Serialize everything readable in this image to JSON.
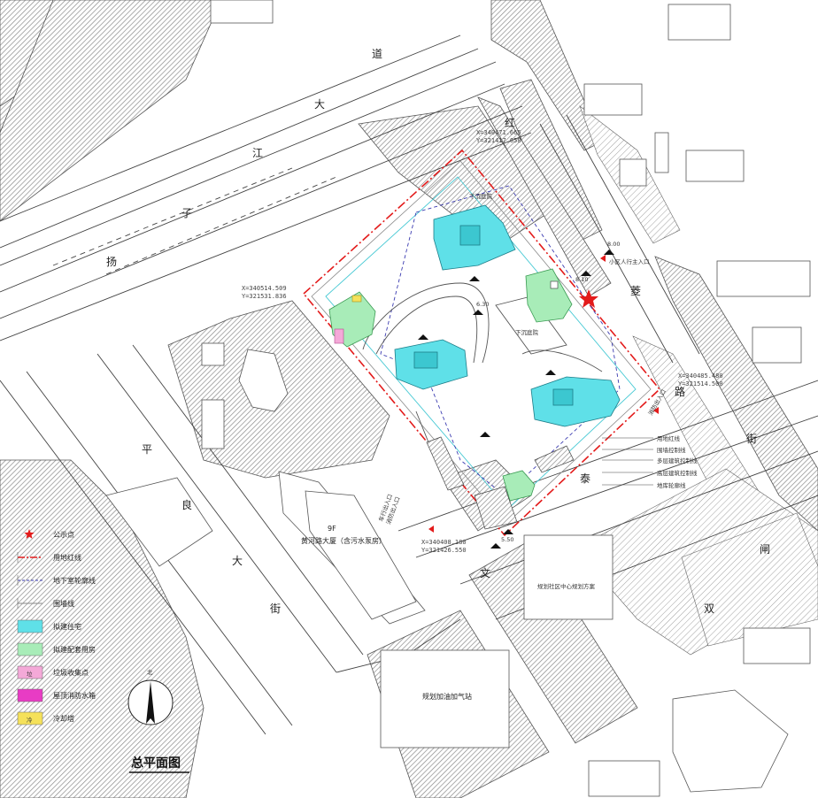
{
  "title": "总平面图",
  "north_label": "北",
  "roads": {
    "yangzijiang": [
      "扬",
      "子",
      "江",
      "大",
      "道"
    ],
    "hongling": [
      "红",
      "菱",
      "路"
    ],
    "pingliang": [
      "平",
      "良",
      "大",
      "街"
    ],
    "wentai": [
      "文",
      "泰",
      "街"
    ],
    "shuangzha": [
      "闸",
      "双"
    ]
  },
  "coordinates": {
    "top": {
      "x": "X=340471.665",
      "y": "Y=321417.658"
    },
    "left": {
      "x": "X=340514.509",
      "y": "Y=321531.836"
    },
    "right": {
      "x": "X=340485.480",
      "y": "Y=321514.500"
    },
    "bottom": {
      "x": "X=340408.180",
      "y": "Y=321426.550"
    }
  },
  "labels": {
    "residential_entrance": "小区人行主入口",
    "level_800": "8.00",
    "level_810": "8.10",
    "level_630": "6.30",
    "level_550": "5.50",
    "building_9f": "9F",
    "building_huanghe": "黄河路大厦（含污水泵房）",
    "gas_station": "规划加油加气站",
    "park": "规划社区中心规划方案",
    "fire_entrance": "消防出入口",
    "vehicle_entrance": "车行出入口",
    "fire_exit": "消防出入口",
    "ramp_down_1": "下沉庭院",
    "ramp_down_2": "下沉庭院"
  },
  "callouts": [
    "用地红线",
    "围墙控制线",
    "多层建筑控制线",
    "高层建筑控制线",
    "地库轮廓线"
  ],
  "legend": [
    {
      "type": "star",
      "label": "公示点",
      "color": "#e31b1b"
    },
    {
      "type": "redline",
      "label": "用地红线",
      "color": "#e31b1b"
    },
    {
      "type": "blueline",
      "label": "地下室轮廓线",
      "color": "#3a3ab0"
    },
    {
      "type": "greyline",
      "label": "围墙线",
      "color": "#888888"
    },
    {
      "type": "box",
      "label": "拟建住宅",
      "color": "#5fe0e8"
    },
    {
      "type": "box",
      "label": "拟建配套用房",
      "color": "#a8ecb8"
    },
    {
      "type": "box-text",
      "label": "垃圾收集点",
      "color": "#f4a9d8",
      "text": "垃"
    },
    {
      "type": "box",
      "label": "屋顶消防水箱",
      "color": "#e83cc4"
    },
    {
      "type": "box-text",
      "label": "冷却塔",
      "color": "#f5e15a",
      "text": "冷"
    }
  ],
  "colors": {
    "red_line": "#e31b1b",
    "basement_line": "#3a3ab0",
    "residential": "#5fe0e8",
    "support": "#a8ecb8",
    "hatch": "#7a7a7a"
  }
}
